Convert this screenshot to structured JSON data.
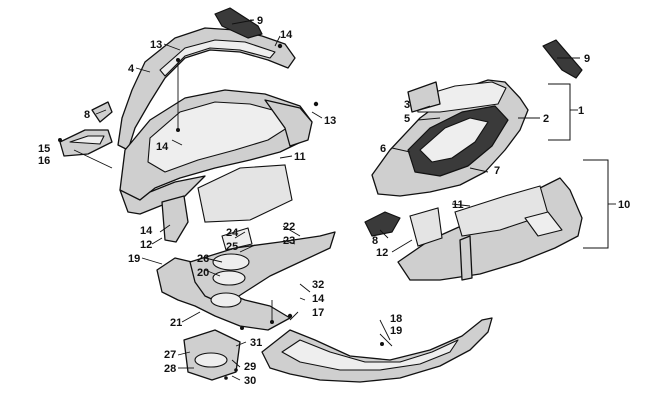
{
  "callouts": [
    {
      "id": "c1",
      "text": "1"
    },
    {
      "id": "c2",
      "text": "2"
    },
    {
      "id": "c3",
      "text": "3"
    },
    {
      "id": "c4",
      "text": "4"
    },
    {
      "id": "c5",
      "text": "5"
    },
    {
      "id": "c6",
      "text": "6"
    },
    {
      "id": "c7",
      "text": "7"
    },
    {
      "id": "c8a",
      "text": "8"
    },
    {
      "id": "c8b",
      "text": "8"
    },
    {
      "id": "c9a",
      "text": "9"
    },
    {
      "id": "c9b",
      "text": "9"
    },
    {
      "id": "c10",
      "text": "10"
    },
    {
      "id": "c11a",
      "text": "11"
    },
    {
      "id": "c11b",
      "text": "11"
    },
    {
      "id": "c12a",
      "text": "12"
    },
    {
      "id": "c12b",
      "text": "12"
    },
    {
      "id": "c13a",
      "text": "13"
    },
    {
      "id": "c13b",
      "text": "13"
    },
    {
      "id": "c14a",
      "text": "14"
    },
    {
      "id": "c14b",
      "text": "14"
    },
    {
      "id": "c14c",
      "text": "14"
    },
    {
      "id": "c14d",
      "text": "14"
    },
    {
      "id": "c15",
      "text": "15"
    },
    {
      "id": "c16",
      "text": "16"
    },
    {
      "id": "c17",
      "text": "17"
    },
    {
      "id": "c18",
      "text": "18"
    },
    {
      "id": "c19a",
      "text": "19"
    },
    {
      "id": "c19b",
      "text": "19"
    },
    {
      "id": "c20",
      "text": "20"
    },
    {
      "id": "c21",
      "text": "21"
    },
    {
      "id": "c22",
      "text": "22"
    },
    {
      "id": "c23",
      "text": "23"
    },
    {
      "id": "c24",
      "text": "24"
    },
    {
      "id": "c25",
      "text": "25"
    },
    {
      "id": "c26",
      "text": "26"
    },
    {
      "id": "c27",
      "text": "27"
    },
    {
      "id": "c28",
      "text": "28"
    },
    {
      "id": "c29",
      "text": "29"
    },
    {
      "id": "c30",
      "text": "30"
    },
    {
      "id": "c31",
      "text": "31"
    },
    {
      "id": "c32",
      "text": "32"
    }
  ]
}
